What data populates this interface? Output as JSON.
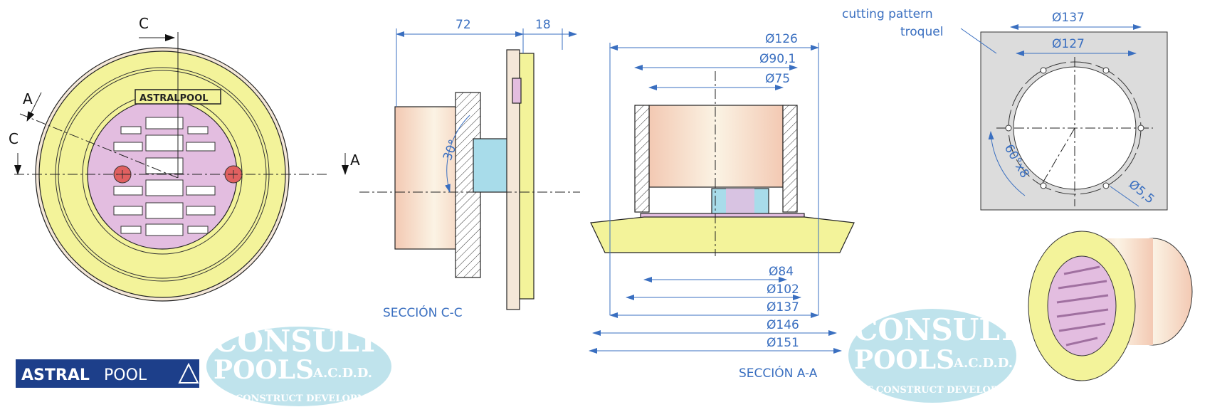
{
  "front_view": {
    "section_marks": [
      "C",
      "A",
      "C",
      "A"
    ],
    "plate_logo": "ASTRALPOOL"
  },
  "section_cc": {
    "dimensions": [
      "72",
      "18",
      "30°"
    ],
    "title": "SECCIÓN C-C"
  },
  "section_aa": {
    "top_dimensions": [
      "Ø126",
      "Ø90,1",
      "Ø75"
    ],
    "bottom_dimensions": [
      "Ø84",
      "Ø102",
      "Ø137",
      "Ø146",
      "Ø151"
    ],
    "title": "SECCIÓN A-A"
  },
  "cutting_pattern": {
    "label_line1": "cutting pattern",
    "label_line2": "troquel",
    "dimensions": [
      "Ø137",
      "Ø127",
      "60°x8",
      "Ø5,5"
    ]
  },
  "brand_logo": {
    "text_bold": "ASTRAL",
    "text_light": "POOL"
  },
  "watermark": {
    "line1": "CONSULT",
    "line2": "POOLS",
    "line3": "A.C.D.D.",
    "line4": "ART CONSTRUCT DEVELOPMENT&DESIGN"
  },
  "colors": {
    "dimension": "#3a6fc0",
    "frame": "#f3f39a",
    "grate": "#e3bde0",
    "body": "#f4d9c4"
  }
}
